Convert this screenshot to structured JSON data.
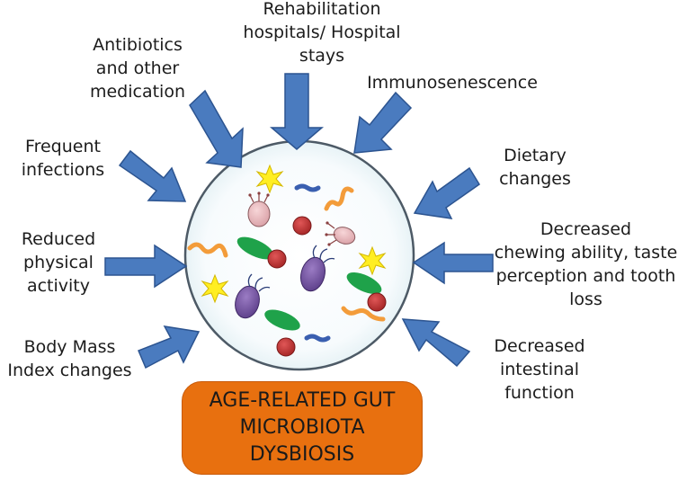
{
  "factors": {
    "rehab": [
      "Rehabilitation",
      "hospitals/ Hospital",
      "stays"
    ],
    "antibiotics": [
      "Antibiotics",
      "and other",
      "medication"
    ],
    "immuno": [
      "Immunosenescence"
    ],
    "infections": [
      "Frequent",
      "infections"
    ],
    "dietary": [
      "Dietary",
      "changes"
    ],
    "physical": [
      "Reduced",
      "physical",
      "activity"
    ],
    "chewing": [
      "Decreased",
      "chewing ability, taste",
      "perception and tooth",
      "loss"
    ],
    "bmi": [
      "Body Mass",
      "Index changes"
    ],
    "intestinal": [
      "Decreased",
      "intestinal",
      "function"
    ]
  },
  "result": [
    "AGE-RELATED GUT",
    "MICROBIOTA",
    "DYSBIOSIS"
  ],
  "colors": {
    "arrow": "#4a7bbf",
    "arrow_edge": "#2c5490",
    "circle_edge": "#4d5a66",
    "result_box": "#e8700f",
    "green_microbe": "#1fa24a",
    "red_microbe": "#b53030",
    "purple_microbe": "#7b5aa6",
    "pink_microbe": "#e6b4b8",
    "orange_microbe": "#f39c3a",
    "star": "#ffee22",
    "blue_rod": "#3a5fb0"
  }
}
